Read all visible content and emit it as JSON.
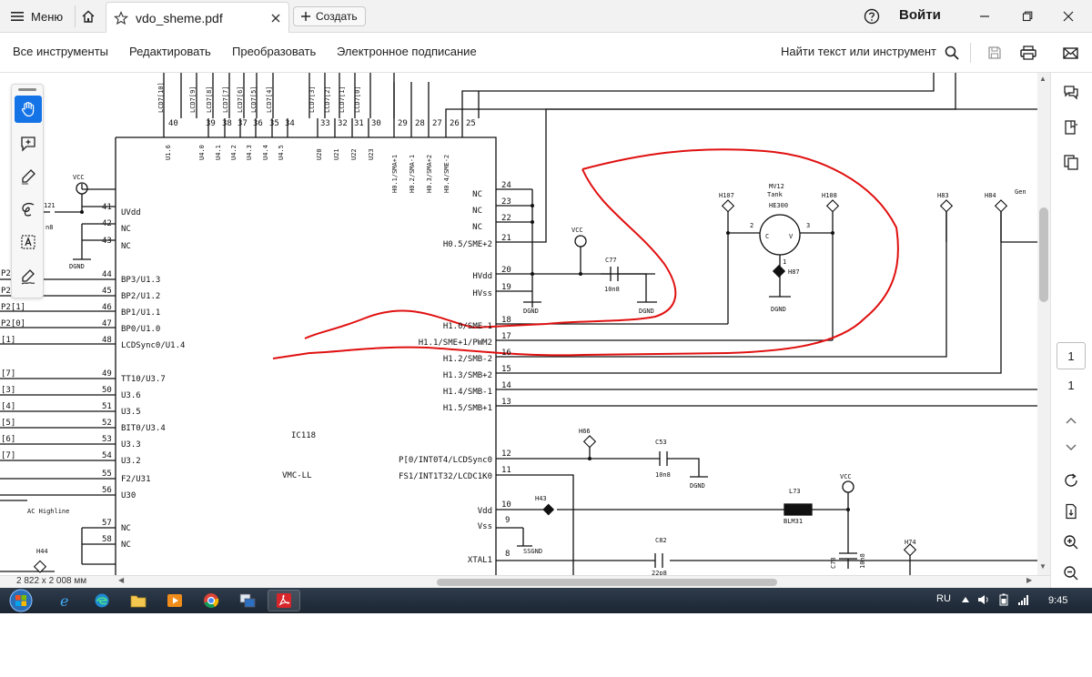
{
  "titlebar": {
    "menu_label": "Меню",
    "tab_title": "vdo_sheme.pdf",
    "create_label": "Создать",
    "signin_label": "Войти"
  },
  "toolbar": {
    "items": [
      "Все инструменты",
      "Редактировать",
      "Преобразовать",
      "Электронное подписание"
    ],
    "find_label": "Найти текст или инструмент"
  },
  "status": {
    "page_size": "2 822 x 2 008 мм"
  },
  "navigation": {
    "current_page": "1",
    "total_pages": "1"
  },
  "taskbar": {
    "language": "RU",
    "clock": "9:45"
  },
  "schematic": {
    "top_pins": [
      "40",
      "39",
      "38",
      "37",
      "36",
      "35",
      "34",
      "33",
      "32",
      "31",
      "30",
      "29",
      "28",
      "27",
      "26",
      "25"
    ],
    "top_nets": [
      "LCD7[10]",
      "LCD7[9]",
      "LCD7[8]",
      "LCD7[7]",
      "LCD7[6]",
      "LCD7[5]",
      "LCD7[4]",
      "LCD7[3]",
      "LCD7[2]",
      "LCD7[1]",
      "LCD7[0]"
    ],
    "top_labels": [
      "U1.6",
      "U4.0",
      "U4.1",
      "U4.2",
      "U4.3",
      "U4.4",
      "U4.5",
      "U20",
      "U21",
      "U22",
      "U23",
      "H0.1/SMA+1",
      "H0.2/SMA-1",
      "H0.3/SMA+2",
      "H0.4/SME-2"
    ],
    "left_pins": [
      {
        "num": "41",
        "label": "UVdd"
      },
      {
        "num": "42",
        "label": "NC"
      },
      {
        "num": "43",
        "label": "NC"
      },
      {
        "num": "44",
        "label": "BP3/U1.3"
      },
      {
        "num": "45",
        "label": "BP2/U1.2"
      },
      {
        "num": "46",
        "label": "BP1/U1.1"
      },
      {
        "num": "47",
        "label": "BP0/U1.0"
      },
      {
        "num": "48",
        "label": "LCDSync0/U1.4"
      },
      {
        "num": "49",
        "label": "TT10/U3.7"
      },
      {
        "num": "50",
        "label": "U3.6"
      },
      {
        "num": "51",
        "label": "U3.5"
      },
      {
        "num": "52",
        "label": "BIT0/U3.4"
      },
      {
        "num": "53",
        "label": "U3.3"
      },
      {
        "num": "54",
        "label": "U3.2"
      },
      {
        "num": "55",
        "label": "F2/U31"
      },
      {
        "num": "56",
        "label": "U30"
      },
      {
        "num": "57",
        "label": "NC"
      },
      {
        "num": "58",
        "label": "NC"
      }
    ],
    "left_edge_labels": [
      "P2",
      "P2",
      "P2[1]",
      "P2[0]",
      "[1]",
      "[7]",
      "[3]",
      "[4]",
      "[5]",
      "[6]",
      "[7]"
    ],
    "right_pins": [
      {
        "num": "24",
        "label": "NC"
      },
      {
        "num": "23",
        "label": "NC"
      },
      {
        "num": "22",
        "label": "NC"
      },
      {
        "num": "21",
        "label": "H0.5/SME+2"
      },
      {
        "num": "20",
        "label": "HVdd"
      },
      {
        "num": "19",
        "label": "HVss"
      },
      {
        "num": "18",
        "label": "H1.0/SME-1"
      },
      {
        "num": "17",
        "label": "H1.1/SME+1/PWM2"
      },
      {
        "num": "16",
        "label": "H1.2/SMB-2"
      },
      {
        "num": "15",
        "label": "H1.3/SMB+2"
      },
      {
        "num": "14",
        "label": "H1.4/SMB-1"
      },
      {
        "num": "13",
        "label": "H1.5/SMB+1"
      },
      {
        "num": "12",
        "label": "P[0/INT0T4/LCDSync0"
      },
      {
        "num": "11",
        "label": "FS1/INT1T32/LCDC1K0"
      },
      {
        "num": "10",
        "label": "Vdd"
      },
      {
        "num": "9",
        "label": "Vss"
      },
      {
        "num": "8",
        "label": "XTAL1"
      }
    ],
    "chip_labels": [
      "IC118",
      "VMC-LL"
    ],
    "components": {
      "vcc": "VCC",
      "dgnd": "DGND",
      "c77": "C77",
      "c77_value": "10n8",
      "c53": "C53",
      "c53_value": "10n8",
      "c82": "C82",
      "c82_value": "22p8",
      "c78": "C78",
      "c78_value": "10n8",
      "l73": "L73",
      "l73_value": "BLM31",
      "motor": "MV12",
      "motor_sub": "Tank",
      "motor_part": "HE300",
      "motor_c": "C",
      "motor_v": "V",
      "h107": "H107",
      "h108": "H108",
      "h87": "H87",
      "h83": "H83",
      "h84": "H84",
      "h66": "H66",
      "h43": "H43",
      "h44": "H44",
      "h74": "H74",
      "gen": "Gen",
      "pin2": "2",
      "pin3": "3",
      "pin1": "1",
      "c121": "121",
      "c_n8": "n8",
      "ssgnd": "SSGND",
      "ac_highline": "AC Highline"
    }
  }
}
